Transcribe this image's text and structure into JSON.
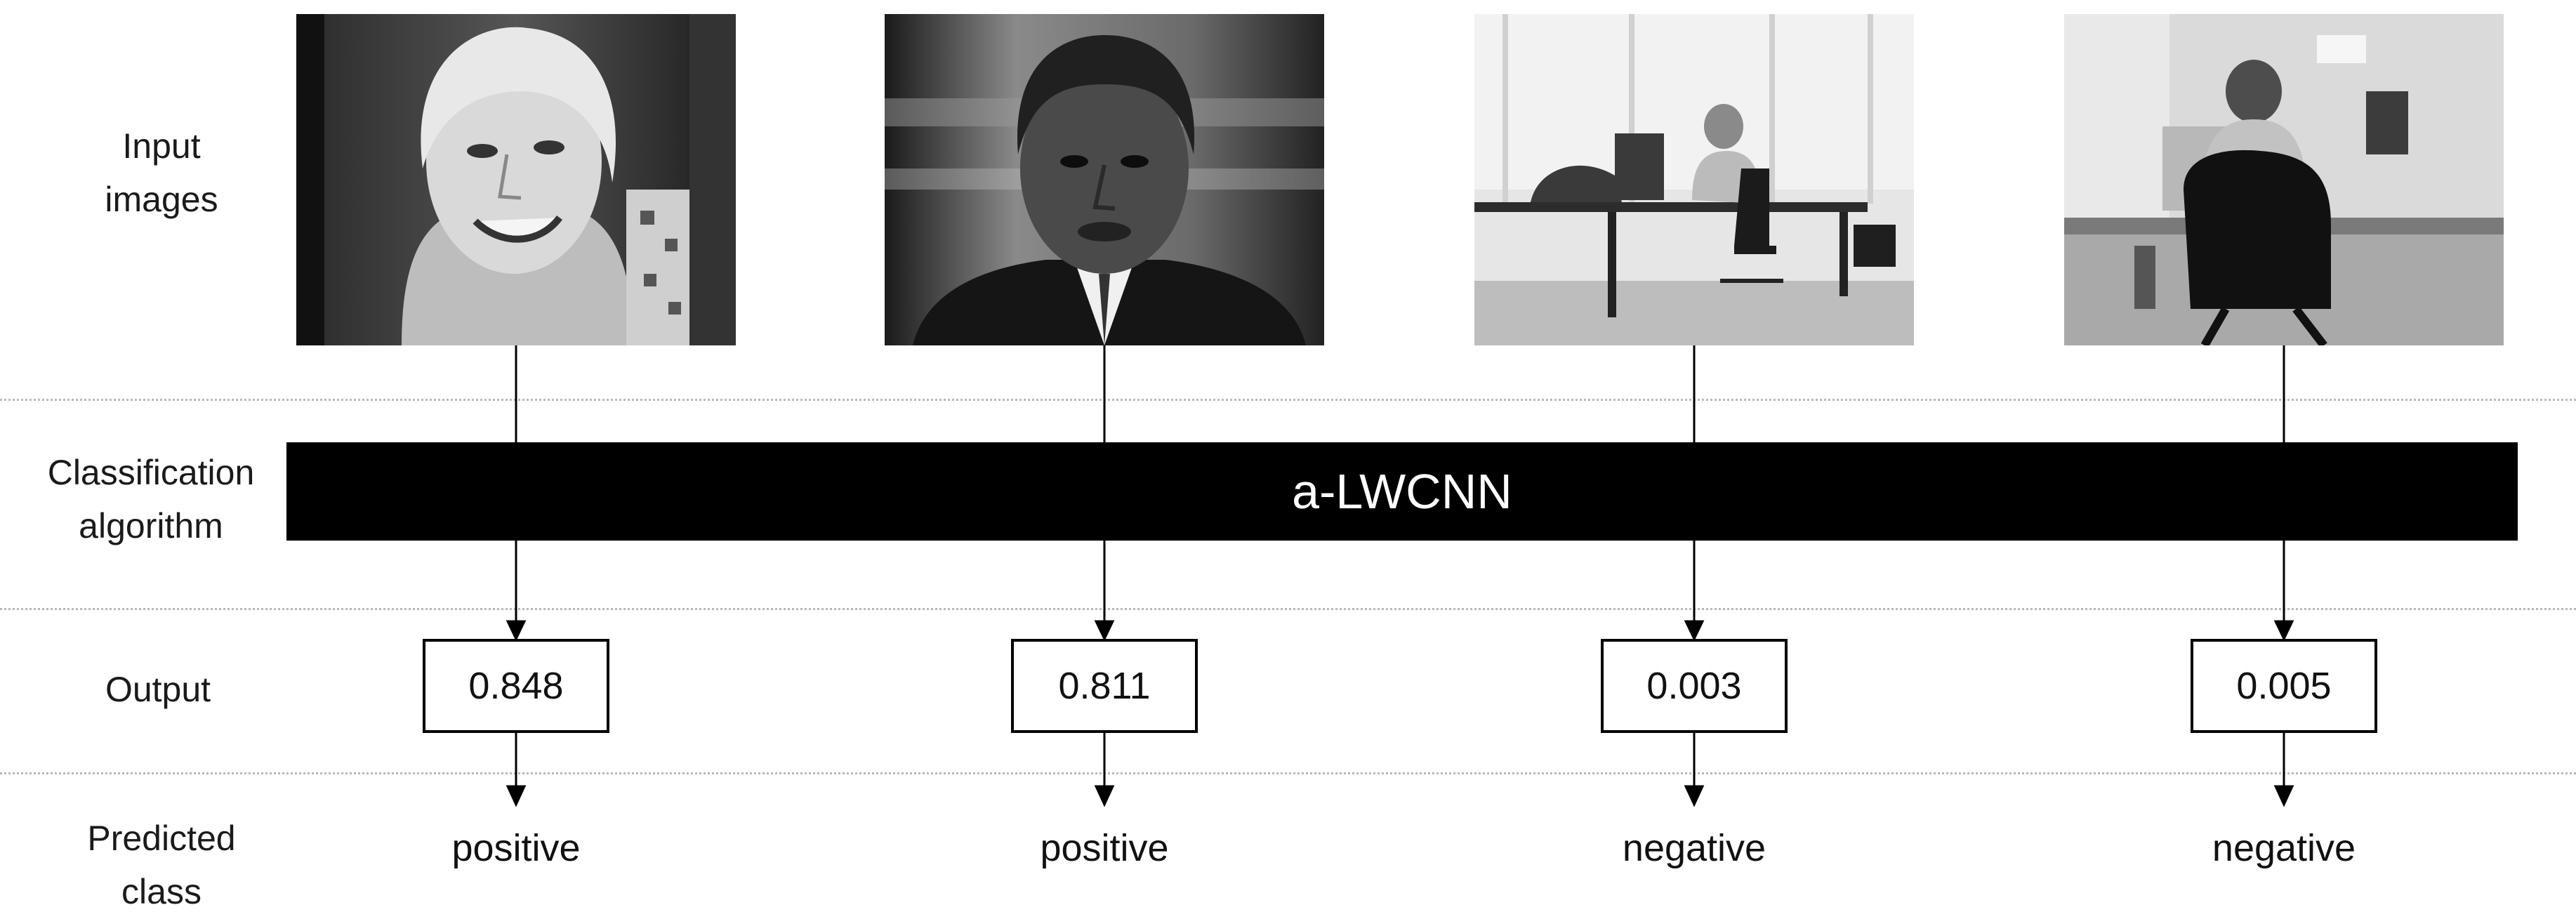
{
  "row_labels": {
    "input": [
      "Input",
      "images"
    ],
    "algorithm": [
      "Classification",
      "algorithm"
    ],
    "output": [
      "Output"
    ],
    "predicted": [
      "Predicted",
      "class"
    ]
  },
  "algorithm_name": "a-LWCNN",
  "columns": [
    {
      "image": "face-woman-smiling",
      "output": "0.848",
      "predicted": "positive"
    },
    {
      "image": "face-man-suit",
      "output": "0.811",
      "predicted": "positive"
    },
    {
      "image": "office-person-at-desk",
      "output": "0.003",
      "predicted": "negative"
    },
    {
      "image": "office-person-back-view",
      "output": "0.005",
      "predicted": "negative"
    }
  ]
}
